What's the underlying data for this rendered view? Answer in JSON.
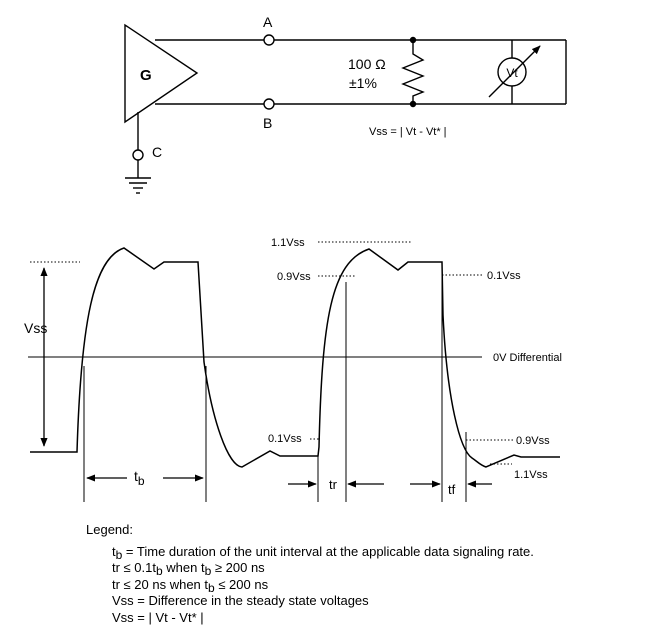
{
  "circuit": {
    "generator_label": "G",
    "terminal_a": "A",
    "terminal_b": "B",
    "terminal_c": "C",
    "resistor_value": "100 Ω",
    "resistor_tolerance": "±1%",
    "meter_label": "Vt",
    "vss_formula": "Vss = | Vt - Vt* |"
  },
  "waveform": {
    "vss_label": "Vss",
    "tb_base": "t",
    "tb_sub": "b",
    "tr_label": "tr",
    "tf_label": "tf",
    "level_1_1_top": "1.1Vss",
    "level_0_9_top": "0.9Vss",
    "level_0_1_top": "0.1Vss",
    "level_0_1_bottom": "0.1Vss",
    "level_0_9_bottom": "0.9Vss",
    "level_1_1_bottom": "1.1Vss",
    "zero_label": "0V Differential"
  },
  "legend": {
    "heading": "Legend:",
    "line1_base": "t",
    "line1_sub": "b",
    "line1_text": " = Time duration of the unit interval at the applicable data signaling rate.",
    "line2_a": "tr ≤ 0.1t",
    "line2_sub1": "b",
    "line2_b": " when  t",
    "line2_sub2": "b",
    "line2_c": " ≥ 200 ns",
    "line3_a": "tr ≤ 20 ns when  t",
    "line3_sub": "b",
    "line3_b": " ≤ 200 ns",
    "line4": "Vss = Difference in the steady state voltages",
    "line5": "Vss = | Vt - Vt* |"
  },
  "colors": {
    "ink": "#000000",
    "background": "#ffffff"
  }
}
